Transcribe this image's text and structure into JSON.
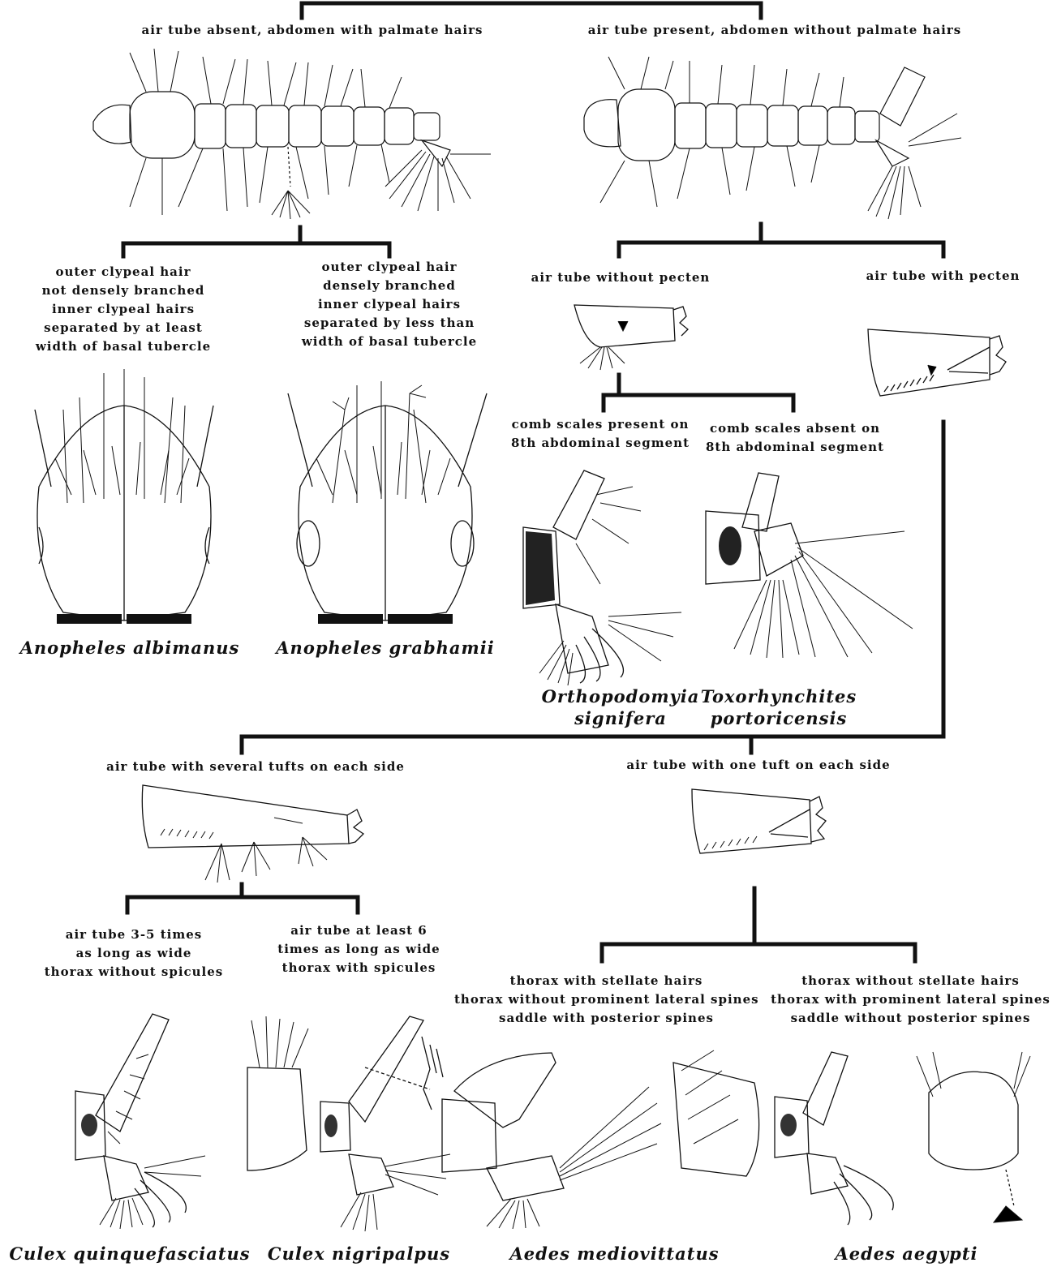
{
  "key": {
    "level1": {
      "left": "air tube absent, abdomen with palmate hairs",
      "right": "air tube present, abdomen without palmate hairs"
    },
    "anopheles_couplet": {
      "left": [
        "outer clypeal hair",
        "not densely branched",
        "inner clypeal hairs",
        "separated by at least",
        "width of basal tubercle"
      ],
      "right": [
        "outer clypeal hair",
        "densely branched",
        "inner clypeal hairs",
        "separated by less than",
        "width of basal tubercle"
      ]
    },
    "pecten_couplet": {
      "left": "air tube without pecten",
      "right": "air tube with pecten"
    },
    "comb_couplet": {
      "left": [
        "comb scales present on",
        "8th abdominal segment"
      ],
      "right": [
        "comb scales absent on",
        "8th abdominal segment"
      ]
    },
    "tuft_couplet": {
      "left": "air tube with several tufts on each side",
      "right": "air tube with one tuft on each side"
    },
    "culex_couplet": {
      "left": [
        "air tube 3-5 times",
        "as long as wide",
        "thorax without spicules"
      ],
      "right": [
        "air tube at least 6",
        "times as long as wide",
        "thorax with spicules"
      ]
    },
    "aedes_couplet": {
      "left": [
        "thorax with stellate hairs",
        "thorax without prominent lateral spines",
        "saddle with posterior spines"
      ],
      "right": [
        "thorax without stellate hairs",
        "thorax with prominent lateral spines",
        "saddle without posterior spines"
      ]
    }
  },
  "species": {
    "albimanus": "Anopheles albimanus",
    "grabhamii": "Anopheles grabhamii",
    "orthopodomyia": [
      "Orthopodomyia",
      "signifera"
    ],
    "toxorhynchites": [
      "Toxorhynchites",
      "portoricensis"
    ],
    "quinquefasciatus": "Culex quinquefasciatus",
    "nigripalpus": "Culex nigripalpus",
    "mediovittatus": "Aedes mediovittatus",
    "aegypti": "Aedes aegypti"
  },
  "colors": {
    "ink": "#111111",
    "paper": "#ffffff"
  }
}
